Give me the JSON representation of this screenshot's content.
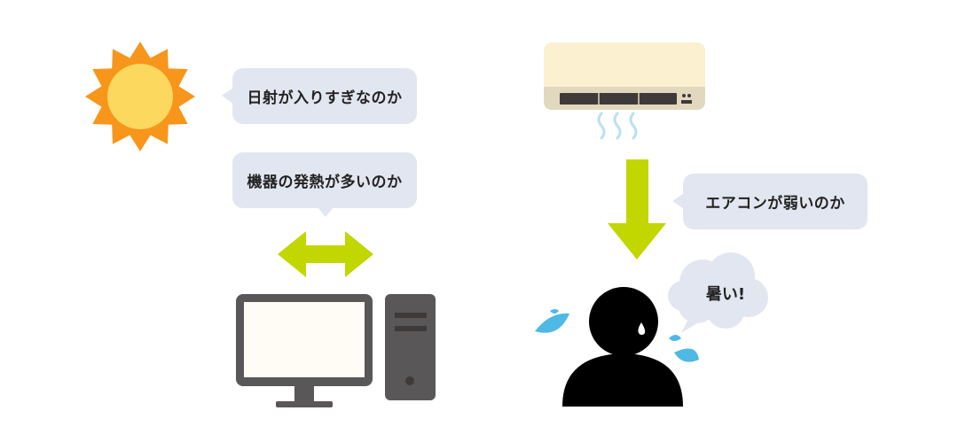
{
  "bubbles": {
    "sunlight": "日射が入りすぎなのか",
    "equipment_heat": "機器の発熱が多いのか",
    "aircon_weak": "エアコンが弱いのか",
    "hot": "暑い!"
  },
  "colors": {
    "sun_rays": "#f7961b",
    "sun_core": "#fdd85f",
    "bubble_bg": "#e2e6f0",
    "arrow_green": "#c2d600",
    "monitor_frame": "#595757",
    "screen": "#fffbf5",
    "aircon_body": "#fbf0d0",
    "aircon_base": "#e2d8bd",
    "vent": "#3e3a39",
    "air_lines": "#b9e1f3",
    "person": "#000000",
    "sweat": "#4fb9e6"
  },
  "icons": [
    "sun-icon",
    "air-conditioner-icon",
    "desktop-computer-icon",
    "person-icon",
    "sweat-drop-icon",
    "double-arrow-icon",
    "down-arrow-icon"
  ]
}
